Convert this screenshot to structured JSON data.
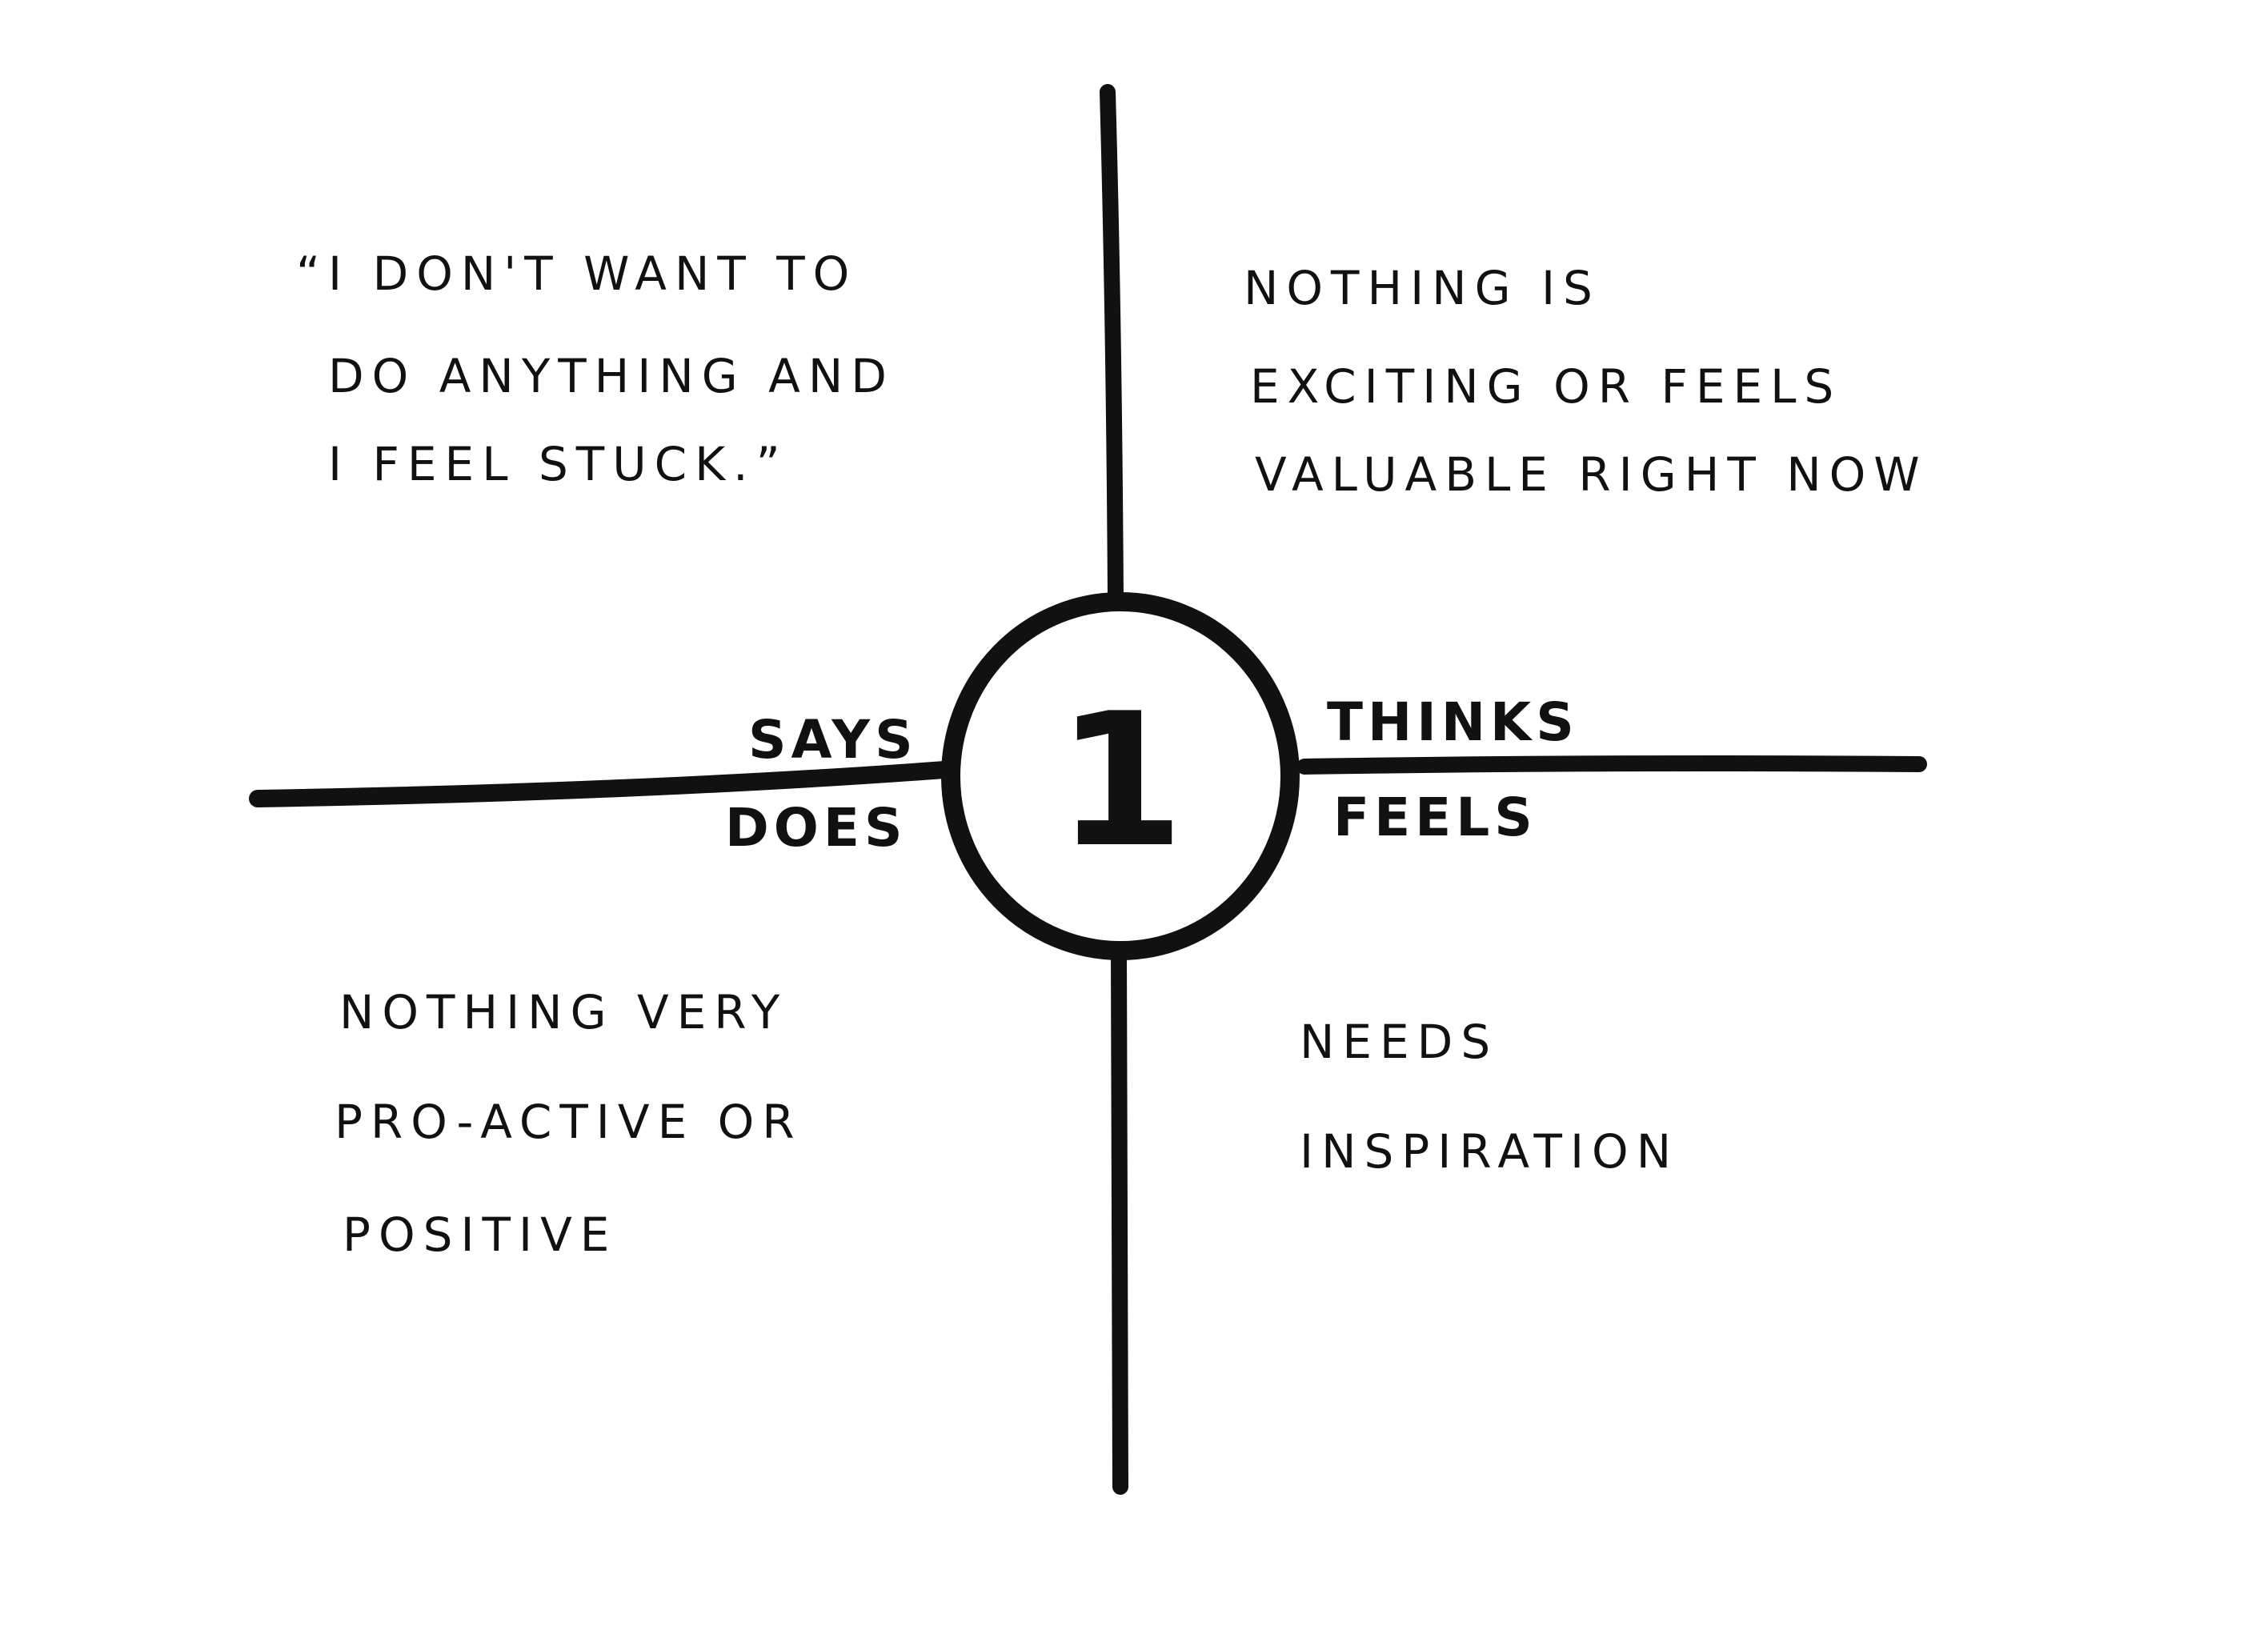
{
  "center": {
    "number": "1"
  },
  "axis_labels": {
    "says": "SAYS",
    "does": "DOES",
    "thinks": "THINKS",
    "feels": "FEELS"
  },
  "quadrants": {
    "says": {
      "lines": [
        "“I DON'T WANT TO",
        "DO ANYTHING AND",
        "I FEEL STUCK.”"
      ]
    },
    "thinks": {
      "lines": [
        "NOTHING IS",
        "EXCITING OR FEELS",
        "VALUABLE RIGHT NOW"
      ]
    },
    "does": {
      "lines": [
        "NOTHING VERY",
        "PRO-ACTIVE OR",
        "POSITIVE"
      ]
    },
    "feels": {
      "lines": [
        "NEEDS",
        "INSPIRATION"
      ]
    }
  },
  "colors": {
    "ink": "#111111",
    "paper": "#ffffff"
  }
}
